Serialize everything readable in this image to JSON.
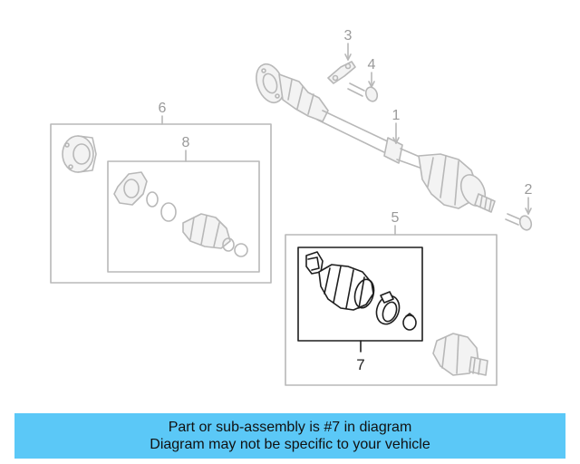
{
  "callouts": {
    "c1": "1",
    "c2": "2",
    "c3": "3",
    "c4": "4",
    "c5": "5",
    "c6": "6",
    "c7": "7",
    "c8": "8"
  },
  "highlighted_part": "7",
  "banner": {
    "line1": "Part or sub-assembly is #7 in diagram",
    "line2": "Diagram may not be specific to your vehicle"
  },
  "colors": {
    "banner_background": "#5bc8f7",
    "highlight_stroke": "#1e1e1e",
    "ghost_stroke": "#b8b8b8"
  }
}
